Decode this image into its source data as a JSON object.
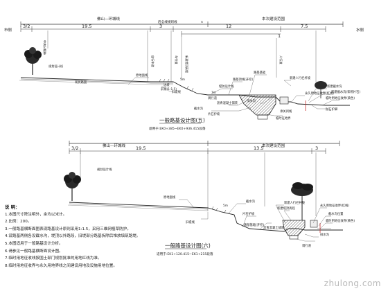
{
  "top_section": {
    "dim_top": {
      "left": "佛山—环城线",
      "left_mid": "后全线规则线",
      "mid": "n",
      "right": "本次建设范围"
    },
    "dims": [
      "3/2",
      "19.5",
      "3",
      "12",
      "1",
      "7.5"
    ],
    "side_left": "市侧",
    "side_right": "水侧",
    "labels": [
      "中央分隔带",
      "规划设计线",
      "原地面线",
      "自行车道",
      "车行道",
      "人行道",
      "新建堤顶高程",
      "边坡",
      "前坡(1:1.5)",
      "骑行道",
      "旧堤线",
      "堤防设计线",
      "路基顶线(开挖)",
      "路基基础",
      "沥青混凝土铺装",
      "5m",
      "7m",
      "新建人行栏杆坡",
      "承关闭线",
      "永久用地征收界(红线)",
      "新建截水沟",
      "新建截水沟(浆砌片石)",
      "临时用地征收界(黄色)",
      "抛石护脚",
      "临时征地界",
      "截水沟",
      "片石护坡",
      "排水沟",
      "现状路面"
    ],
    "title": "一般路基设计图(五)",
    "subtitle": "适用于:EK0+385~EK0+936.415段落"
  },
  "bottom_section": {
    "dim_top": {
      "left": "佛山—环城线",
      "right": "本次建设范围"
    },
    "dims": [
      "3/2",
      "19.5",
      "13.5",
      "3"
    ],
    "labels": [
      "规划设计线",
      "原地面线",
      "旧堤线",
      "截水沟",
      "片石护坡",
      "新建人行栏杆坡",
      "路基基础(开挖)",
      "永久用地征收界(红线)",
      "截水沟位置",
      "临时用地征收界(黄色)",
      "沥青混凝土铺装",
      "排水沟",
      "新建堤顶高程",
      "5m",
      "骑行道"
    ],
    "title": "一般路基设计图(六)",
    "subtitle": "适用于:EK1+120.415~EK1+215段落"
  },
  "notes": {
    "heading": "说 明：",
    "items": [
      "1.本图尺寸除注明外，余均以米计。",
      "2.比例：200。",
      "3.一般路基横断面图表现路基设计原则采用1:1.5，采用三维网植草防护。",
      "4.设路基两侧各设截水沟，堤顶以外路段，旧堤部分路基拆除后堆放填筑路堤。",
      "5.本图适用于一般路基设计分析。",
      "6.请参见一般路基横断面设计图。",
      "7.临时用地征收线按国土部门规划批准的用地红线为准。",
      "8.临时用地征收界与永久用地界线之间建设用地及设施用地位置。"
    ]
  },
  "watermark": "zhulong.com",
  "colors": {
    "line": "#222222",
    "dim": "#555555",
    "red": "#cc3333",
    "hatch": "#333333"
  }
}
